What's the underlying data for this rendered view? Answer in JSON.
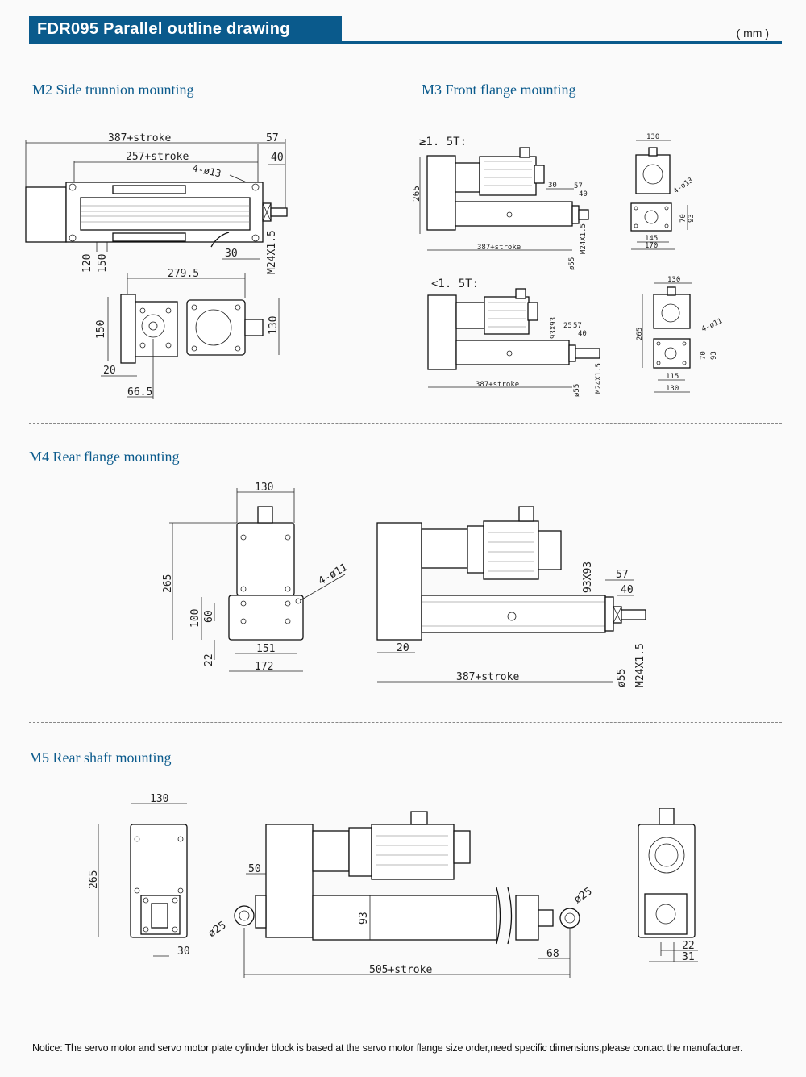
{
  "header": {
    "title": "FDR095 Parallel outline drawing",
    "unit": "( mm )"
  },
  "sections": {
    "m2": "M2  Side trunnion mounting",
    "m3": "M3  Front flange mounting",
    "m4": "M4 Rear flange mounting",
    "m5": "M5  Rear shaft mounting"
  },
  "m2": {
    "d_387_stroke": "387+stroke",
    "d_257_stroke": "257+stroke",
    "d_57": "57",
    "d_40": "40",
    "d_4_13": "4-ø13",
    "d_120": "120",
    "d_150": "150",
    "d_30": "30",
    "d_m24": "M24X1.5",
    "d_279_5": "279.5",
    "d_150b": "150",
    "d_130": "130",
    "d_20": "20",
    "d_66_5": "66.5"
  },
  "m3": {
    "ge": "≥1. 5T:",
    "lt": "<1. 5T:",
    "a_265": "265",
    "a_30": "30",
    "a_57": "57",
    "a_40": "40",
    "a_387": "387+stroke",
    "a_55": "ø55",
    "a_m24": "M24X1.5",
    "a_130": "130",
    "a_4_13": "4-ø13",
    "a_70": "70",
    "a_93": "93",
    "a_145": "145",
    "a_170": "170",
    "b_93x93": "93X93",
    "b_25": "25",
    "b_57": "57",
    "b_40": "40",
    "b_387": "387+stroke",
    "b_55": "ø55",
    "b_m24": "M24X1.5",
    "b_130": "130",
    "b_265": "265",
    "b_4_11": "4-ø11",
    "b_70": "70",
    "b_93": "93",
    "b_115": "115",
    "b_130b": "130"
  },
  "m4": {
    "d_130": "130",
    "d_265": "265",
    "d_4_11": "4-ø11",
    "d_100": "100",
    "d_60": "60",
    "d_22": "22",
    "d_151": "151",
    "d_172": "172",
    "d_93x93": "93X93",
    "d_57": "57",
    "d_40": "40",
    "d_20": "20",
    "d_387": "387+stroke",
    "d_55": "ø55",
    "d_m24": "M24X1.5"
  },
  "m5": {
    "d_130": "130",
    "d_265": "265",
    "d_30": "30",
    "d_50": "50",
    "d_25a": "ø25",
    "d_93": "93",
    "d_25b": "ø25",
    "d_68": "68",
    "d_505": "505+stroke",
    "d_22": "22",
    "d_31": "31"
  },
  "notice": "Notice: The servo motor and servo motor plate cylinder block is based at the servo motor flange size order,need specific dimensions,please contact the manufacturer."
}
